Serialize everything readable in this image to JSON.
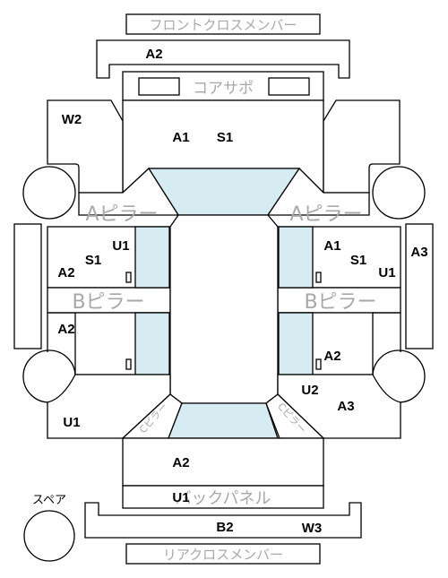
{
  "diagram": {
    "colors": {
      "line": "#000000",
      "glass": "#d6ecf2",
      "part_text": "#a8a8a8",
      "code_text": "#000000",
      "background": "#ffffff"
    },
    "parts": {
      "front_cross_member": "フロントクロスメンバー",
      "core_support": "コアサポ",
      "a_pillar_left": "Aピラー",
      "a_pillar_right": "Aピラー",
      "b_pillar_left": "Bピラー",
      "b_pillar_right": "Bピラー",
      "c_pillar_left": "Cピラー",
      "c_pillar_right": "Cピラー",
      "back_panel": "バックパネル",
      "rear_cross_member": "リアクロスメンバー",
      "spare": "スペア"
    },
    "codes": {
      "front_cross_member": "A2",
      "core_support_a": "A1",
      "core_support_s": "S1",
      "front_left_fender": "W2",
      "front_left_door_u": "U1",
      "front_left_door_s": "S1",
      "front_left_door_a": "A2",
      "front_right_door_a": "A1",
      "front_right_door_s": "S1",
      "front_right_door_u": "U1",
      "right_side_step": "A3",
      "rear_left_door_a": "A2",
      "rear_right_door_a": "A2",
      "rear_right_quarter_u": "U2",
      "rear_right_quarter_a": "A3",
      "rear_left_quarter_u": "U1",
      "trunk_a": "A2",
      "back_panel_u": "U1",
      "rear_bumper_b": "B2",
      "rear_bumper_w": "W3"
    }
  }
}
